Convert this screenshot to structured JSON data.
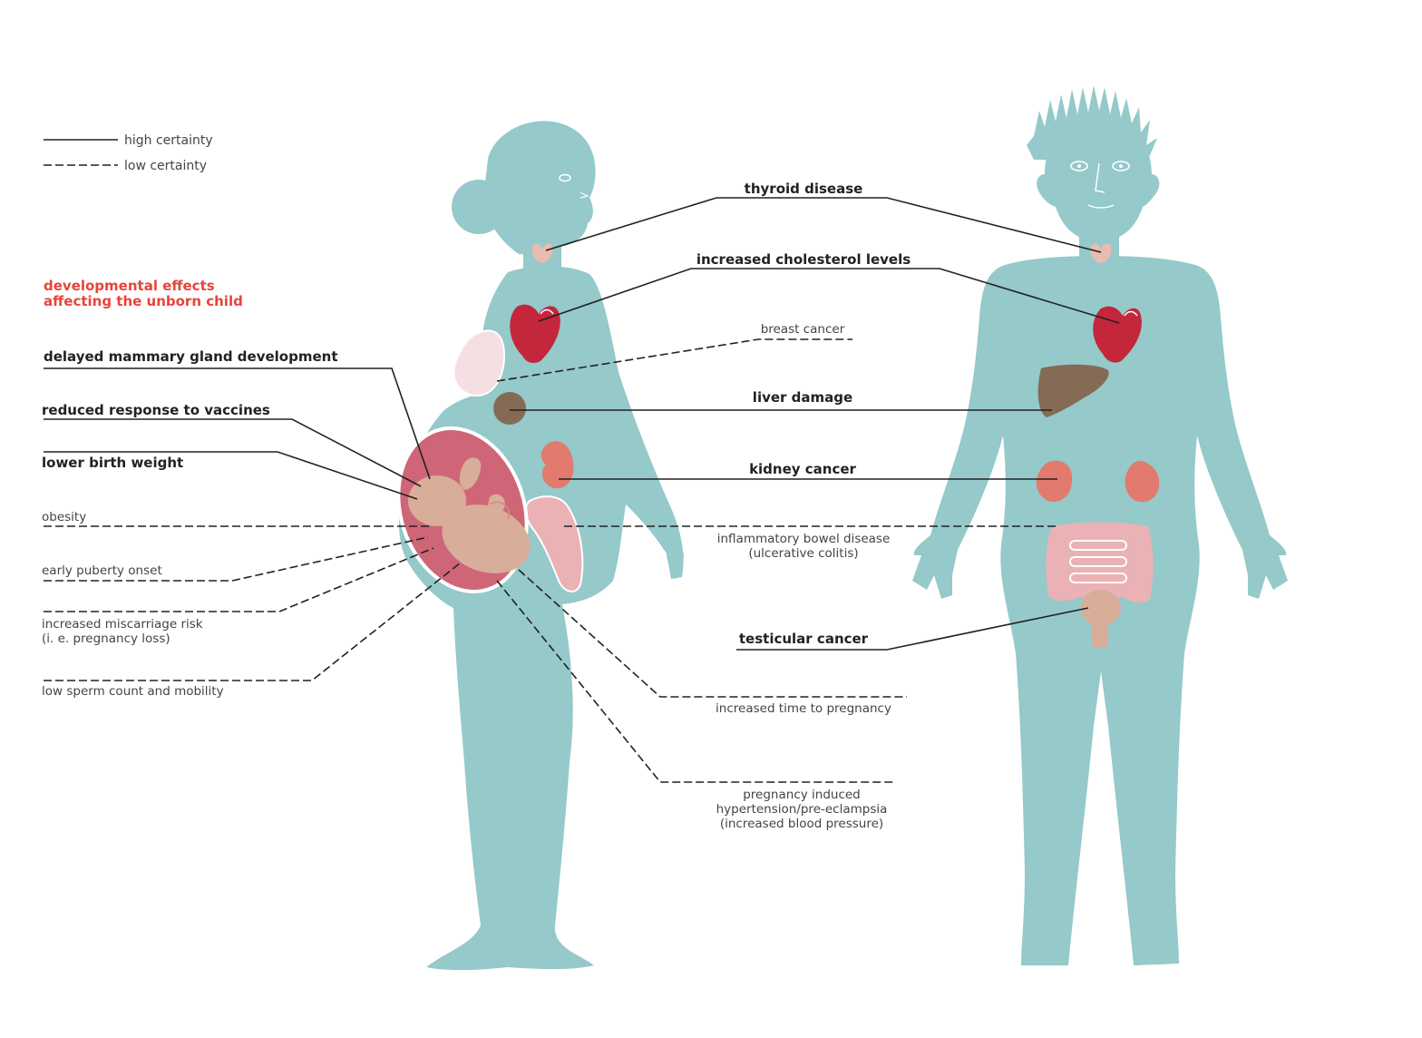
{
  "colors": {
    "body": "#95c9ca",
    "heart": "#c4263c",
    "liver": "#856b55",
    "kidney": "#e27a6d",
    "intestine": "#eab2b4",
    "breast": "#f5dfe3",
    "uterus": "#cf6678",
    "fetus": "#d8ad9a",
    "thyroid": "#e8bcb0",
    "accent_red": "#e8443a",
    "line": "#222222"
  },
  "legend": {
    "high": "high certainty",
    "low": "low certainty"
  },
  "section_title": {
    "line1": "developmental effects",
    "line2": "affecting the unborn child"
  },
  "left_labels": {
    "mammary": "delayed mammary gland development",
    "vaccines": "reduced response to vaccines",
    "birth_weight": "lower birth weight",
    "obesity": "obesity",
    "puberty": "early puberty onset",
    "miscarriage_1": "increased miscarriage risk",
    "miscarriage_2": "(i. e. pregnancy loss)",
    "sperm": "low sperm count and mobility"
  },
  "center_labels": {
    "thyroid": "thyroid disease",
    "cholesterol": "increased cholesterol levels",
    "breast": "breast cancer",
    "liver": "liver damage",
    "kidney": "kidney cancer",
    "ibd_1": "inflammatory bowel disease",
    "ibd_2": "(ulcerative colitis)",
    "testicular": "testicular cancer",
    "time_pregnancy": "increased time to pregnancy",
    "preeclampsia_1": "pregnancy induced",
    "preeclampsia_2": "hypertension/pre-eclampsia",
    "preeclampsia_3": "(increased blood pressure)"
  },
  "icons": {
    "female": "pregnant-woman-silhouette",
    "male": "man-silhouette",
    "thyroid": "thyroid-icon",
    "heart": "heart-icon",
    "liver": "liver-icon",
    "kidney": "kidney-icon",
    "intestine": "intestine-icon",
    "breast": "breast-icon",
    "fetus": "fetus-icon",
    "testicle": "testicle-icon"
  }
}
